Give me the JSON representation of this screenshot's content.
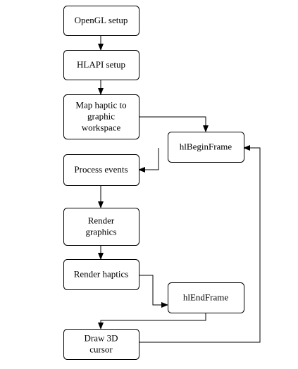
{
  "nodes": {
    "opengl_setup": {
      "lines": [
        "OpenGL setup"
      ]
    },
    "hlapi_setup": {
      "lines": [
        "HLAPI setup"
      ]
    },
    "map_haptic": {
      "lines": [
        "Map haptic to",
        "graphic",
        "workspace"
      ]
    },
    "hl_begin_frame": {
      "lines": [
        "hlBeginFrame"
      ]
    },
    "process_events": {
      "lines": [
        "Process events"
      ]
    },
    "render_graphics": {
      "lines": [
        "Render",
        "graphics"
      ]
    },
    "render_haptics": {
      "lines": [
        "Render haptics"
      ]
    },
    "hl_end_frame": {
      "lines": [
        "hlEndFrame"
      ]
    },
    "draw_cursor": {
      "lines": [
        "Draw 3D",
        "cursor"
      ]
    }
  },
  "edges": [
    {
      "from": "opengl_setup",
      "to": "hlapi_setup"
    },
    {
      "from": "hlapi_setup",
      "to": "map_haptic"
    },
    {
      "from": "map_haptic",
      "to": "hl_begin_frame"
    },
    {
      "from": "hl_begin_frame",
      "to": "process_events"
    },
    {
      "from": "process_events",
      "to": "render_graphics"
    },
    {
      "from": "render_graphics",
      "to": "render_haptics"
    },
    {
      "from": "render_haptics",
      "to": "hl_end_frame"
    },
    {
      "from": "hl_end_frame",
      "to": "draw_cursor"
    },
    {
      "from": "draw_cursor",
      "to": "hl_begin_frame"
    }
  ]
}
